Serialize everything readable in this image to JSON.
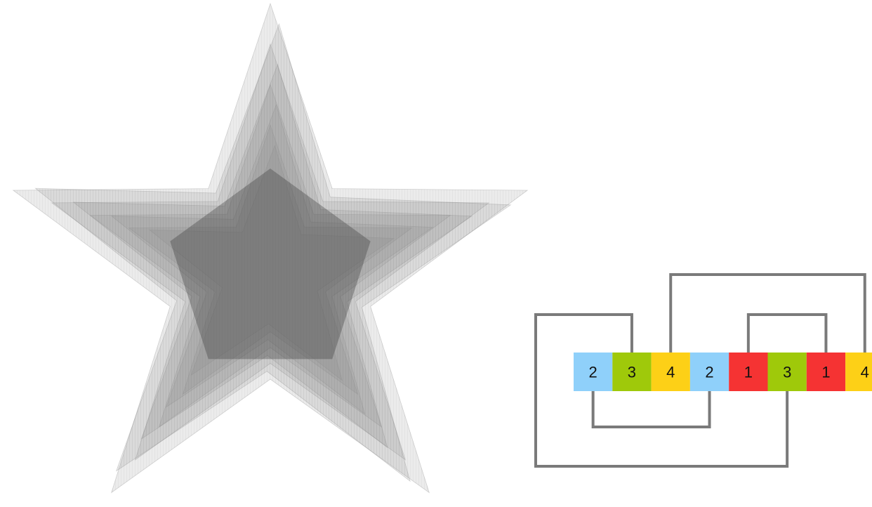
{
  "star_figure": {
    "fill_color": "#8a8a8a",
    "stroke_color": "#8a8a8a",
    "layers": 8
  },
  "chord_diagram": {
    "line_color": "#7a7a7a",
    "cells": [
      {
        "label": "2",
        "color": "#8fd0fa"
      },
      {
        "label": "3",
        "color": "#9fc90a"
      },
      {
        "label": "4",
        "color": "#fdd017"
      },
      {
        "label": "2",
        "color": "#8fd0fa"
      },
      {
        "label": "1",
        "color": "#f53333"
      },
      {
        "label": "3",
        "color": "#9fc90a"
      },
      {
        "label": "1",
        "color": "#f53333"
      },
      {
        "label": "4",
        "color": "#fdd017"
      }
    ],
    "connections": [
      {
        "from": 0,
        "to": 3
      },
      {
        "from": 1,
        "to": 5
      },
      {
        "from": 2,
        "to": 7
      },
      {
        "from": 4,
        "to": 6
      }
    ]
  }
}
